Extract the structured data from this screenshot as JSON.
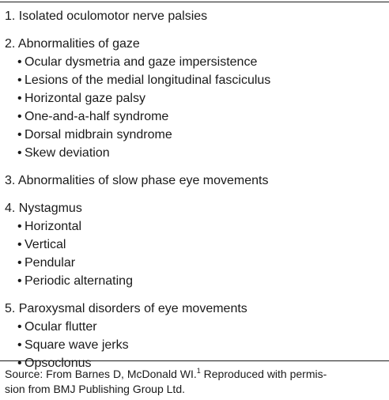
{
  "sections": [
    {
      "heading": "1. Isolated oculomotor nerve palsies",
      "items": []
    },
    {
      "heading": "2. Abnormalities of gaze",
      "items": [
        "Ocular dysmetria and gaze impersistence",
        "Lesions of the medial longitudinal fasciculus",
        "Horizontal gaze palsy",
        "One-and-a-half syndrome",
        "Dorsal midbrain syndrome",
        "Skew deviation"
      ]
    },
    {
      "heading": "3. Abnormalities of slow phase eye movements",
      "items": []
    },
    {
      "heading": "4. Nystagmus",
      "items": [
        "Horizontal",
        "Vertical",
        "Pendular",
        "Periodic alternating"
      ]
    },
    {
      "heading": "5. Paroxysmal disorders of eye movements",
      "items": [
        "Ocular flutter",
        "Square wave jerks",
        "Opsoclonus"
      ]
    }
  ],
  "bullet_glyph": "•",
  "source": {
    "prefix": "Source: From Barnes D, McDonald WI.",
    "ref": "1",
    "line1_rest": " Reproduced with permis-",
    "line2": "sion from BMJ Publishing Group Ltd."
  }
}
